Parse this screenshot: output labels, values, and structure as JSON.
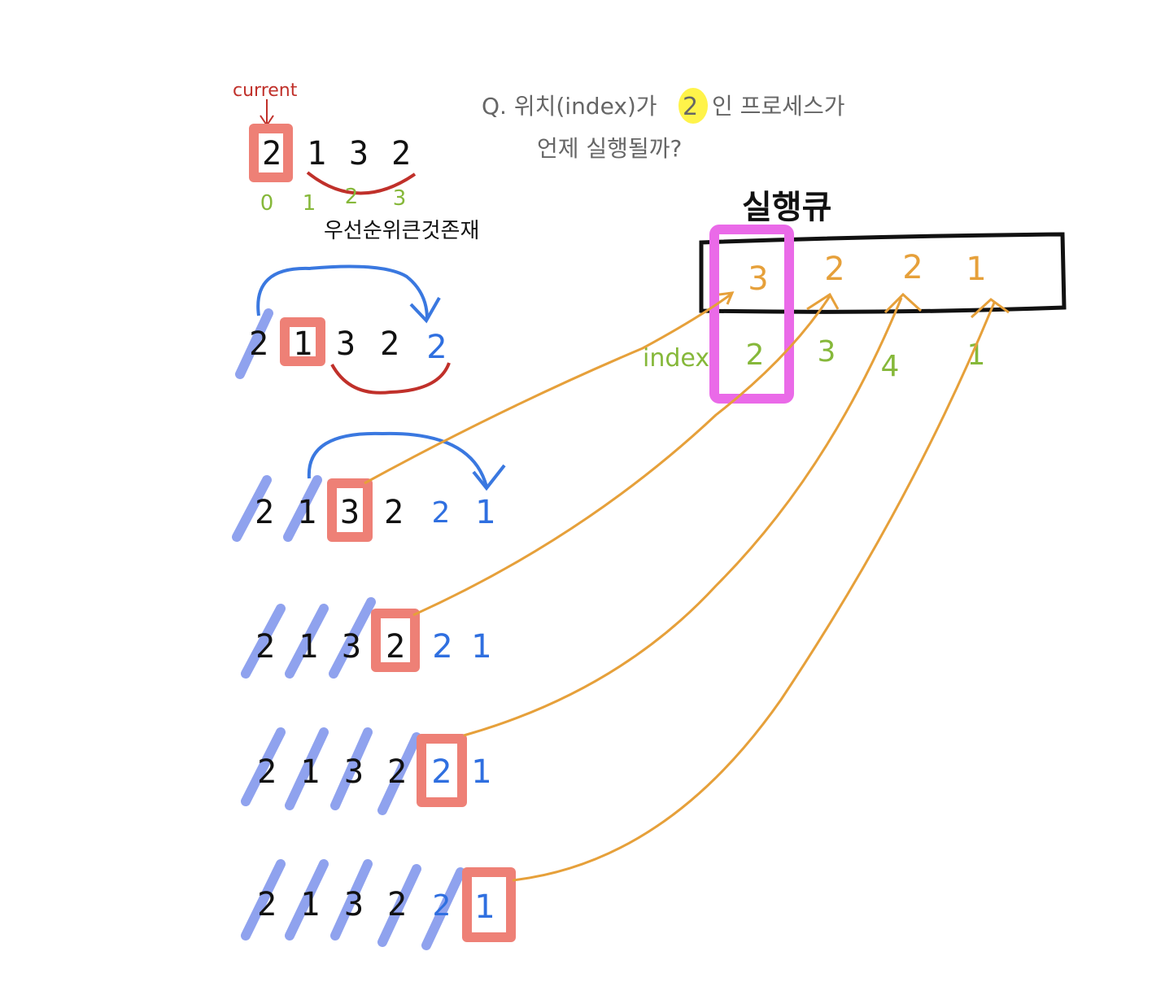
{
  "question": {
    "line1_prefix": "Q. 위치(index)가",
    "line1_highlight": "2",
    "line1_suffix": "인 프로세스가",
    "line2": "언제 실행될까?"
  },
  "current_label": "current",
  "priority_note": "우선순위큰것존재",
  "initial": {
    "values": [
      "2",
      "1",
      "3",
      "2"
    ],
    "indices": [
      "0",
      "1",
      "2",
      "3"
    ]
  },
  "steps": [
    {
      "black": [
        "2",
        "1",
        "3",
        "2"
      ],
      "blue": [
        "2"
      ],
      "struck": 1,
      "current": 1
    },
    {
      "black": [
        "2",
        "1",
        "3",
        "2"
      ],
      "blue": [
        "2",
        "1"
      ],
      "struck": 2,
      "current": 2
    },
    {
      "black": [
        "2",
        "1",
        "3",
        "2"
      ],
      "blue": [
        "2",
        "1"
      ],
      "struck": 3,
      "current": 3
    },
    {
      "black": [
        "2",
        "1",
        "3",
        "2"
      ],
      "blue": [
        "2",
        "1"
      ],
      "struck": 4,
      "current": 4
    },
    {
      "black": [
        "2",
        "1",
        "3",
        "2"
      ],
      "blue": [
        "2",
        "1"
      ],
      "struck": 5,
      "current": 5
    }
  ],
  "run_queue": {
    "title": "실행큐",
    "values": [
      "3",
      "2",
      "2",
      "1"
    ],
    "index_label": "index",
    "indices": [
      "2",
      "3",
      "4",
      "1"
    ]
  },
  "colors": {
    "current_box": "#ee8076",
    "priority_arc": "#c0302a",
    "move_arc": "#3a78e0",
    "blue_text": "#2f6fe0",
    "strike": "#8fa2ee",
    "index_green": "#86b83a",
    "queue_orange": "#e6a03a",
    "queue_highlight": "#ea6ae8",
    "yellow_highlight": "#fff34a",
    "label_red": "#c0302a"
  }
}
